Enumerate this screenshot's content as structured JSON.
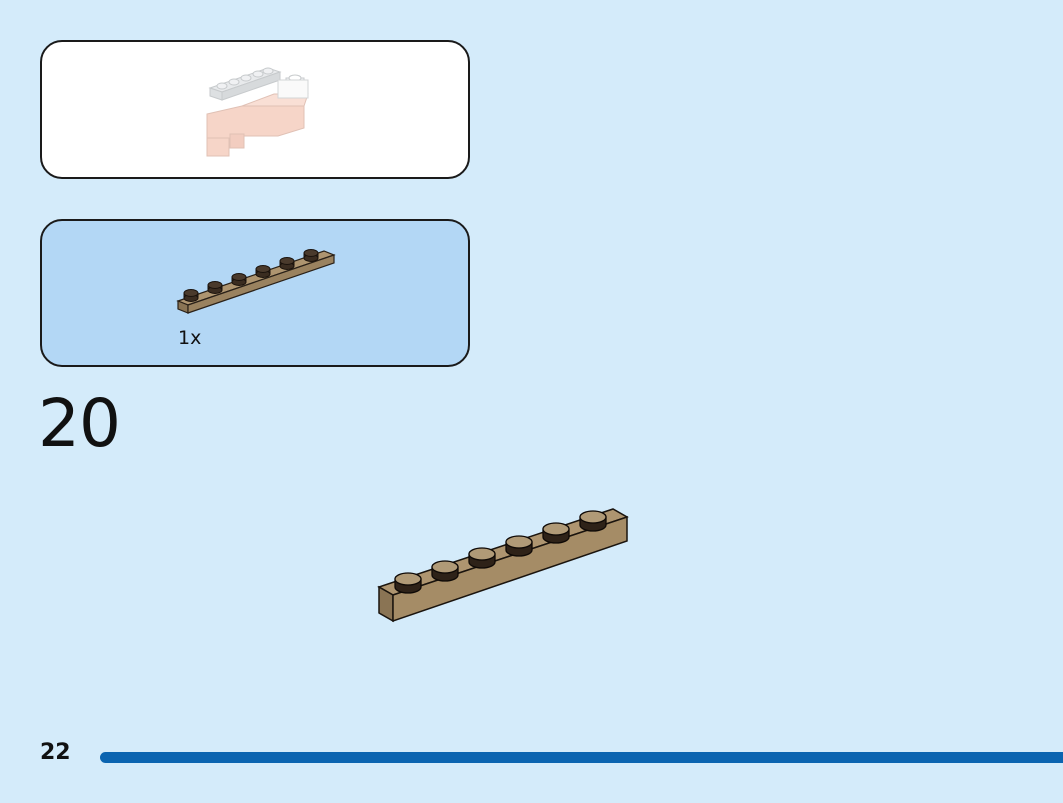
{
  "step": {
    "number": "20",
    "parts": [
      {
        "part_name": "plate-1x6",
        "color": "#ae9570",
        "quantity": "1x"
      }
    ]
  },
  "page": {
    "number": "22",
    "progress_fraction": 1.0
  },
  "colors": {
    "background": "#d4ebfa",
    "parts_panel": "#b3d7f5",
    "preview_panel": "#ffffff",
    "brick_tan": "#ae9570",
    "progress_bar": "#0b64b0"
  }
}
